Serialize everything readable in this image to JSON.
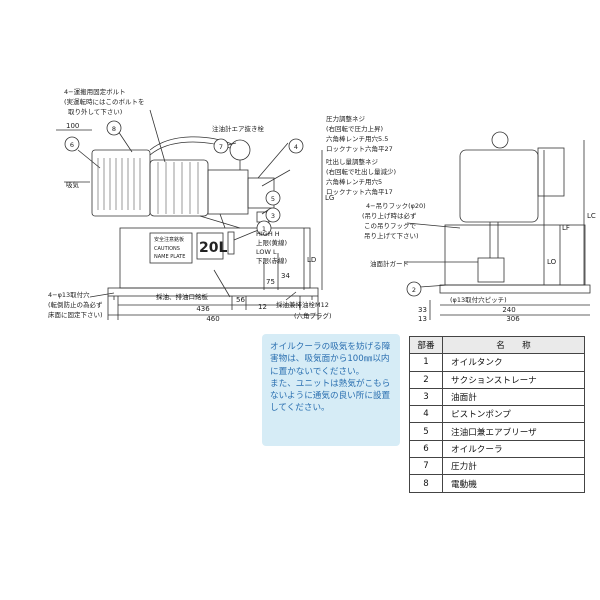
{
  "side_view": {
    "bolt_label_1": "4−運搬用固定ボルト",
    "bolt_label_2": "(実運転時にはこのボルトを",
    "bolt_label_3": "取り外して下さい)",
    "dim_100": "100",
    "air_breather": "注油計エア抜き栓",
    "pressure_adj_1": "圧力調整ネジ",
    "pressure_adj_2": "(右回転で圧力上昇)",
    "pressure_adj_3": "六角棒レンチ用穴5.5",
    "pressure_adj_4": "ロックナット六角平27",
    "flow_adj_1": "吐出し量調整ネジ",
    "flow_adj_2": "(右回転で吐出し量減少)",
    "flow_adj_3": "六角棒レンチ用穴5",
    "flow_adj_4": "ロックナット六角平17",
    "exhaust": "吸気",
    "warning_plate_1": "安全注意銘板",
    "warning_plate_2": "CAUTIONS",
    "warning_plate_3": "NAME PLATE",
    "tank_capacity": "20L",
    "high_h": "HIGH H",
    "upper_limit": "上限(黄線)",
    "low_l": "LOW L",
    "lower_limit": "下限(赤線)",
    "drain_plate": "採油、排油口銘板",
    "drain_plug_1": "採油兼排油栓M12",
    "drain_plug_2": "(六角プラグ)",
    "anchor_1": "4−φ13取付穴",
    "anchor_2": "(転倒防止の為必ず",
    "anchor_3": "床面に固定下さい)",
    "dim_436": "436",
    "dim_460": "460",
    "dim_56": "56",
    "dim_12": "12",
    "dim_LG": "LG",
    "dim_LD": "LD",
    "dim_34": "34",
    "dim_75": "75"
  },
  "end_view": {
    "lifting_1": "4−吊りフック(φ20)",
    "lifting_2": "(吊り上げ時は必ず",
    "lifting_3": "この吊りフックで",
    "lifting_4": "吊り上げて下さい)",
    "oil_gauge_guard": "油面計ガード",
    "anchor_pitch": "(φ13取付穴ピッチ)",
    "dim_240": "240",
    "dim_306": "306",
    "dim_33": "33",
    "dim_13": "13",
    "dim_LC": "LC",
    "dim_LF": "LF",
    "dim_LO": "LO"
  },
  "callouts": [
    "1",
    "2",
    "3",
    "4",
    "5",
    "6",
    "7",
    "8"
  ],
  "note": {
    "para1": "オイルクーラの吸気を妨げる障害物は、吸気面から100㎜以内に置かないでください。",
    "para2": "また、ユニットは熱気がこもらないように通気の良い所に設置してください。"
  },
  "parts_table": {
    "header_no": "部番",
    "header_name": "名　　称",
    "rows": [
      {
        "no": "1",
        "name": "オイルタンク"
      },
      {
        "no": "2",
        "name": "サクションストレーナ"
      },
      {
        "no": "3",
        "name": "油面計"
      },
      {
        "no": "4",
        "name": "ピストンポンプ"
      },
      {
        "no": "5",
        "name": "注油口兼エアブリーザ"
      },
      {
        "no": "6",
        "name": "オイルクーラ"
      },
      {
        "no": "7",
        "name": "圧力計"
      },
      {
        "no": "8",
        "name": "電動機"
      }
    ]
  },
  "colors": {
    "note_bg": "#d6ecf6",
    "note_text": "#2a6fb0",
    "line": "#333333",
    "header_bg": "#eaeaea"
  }
}
